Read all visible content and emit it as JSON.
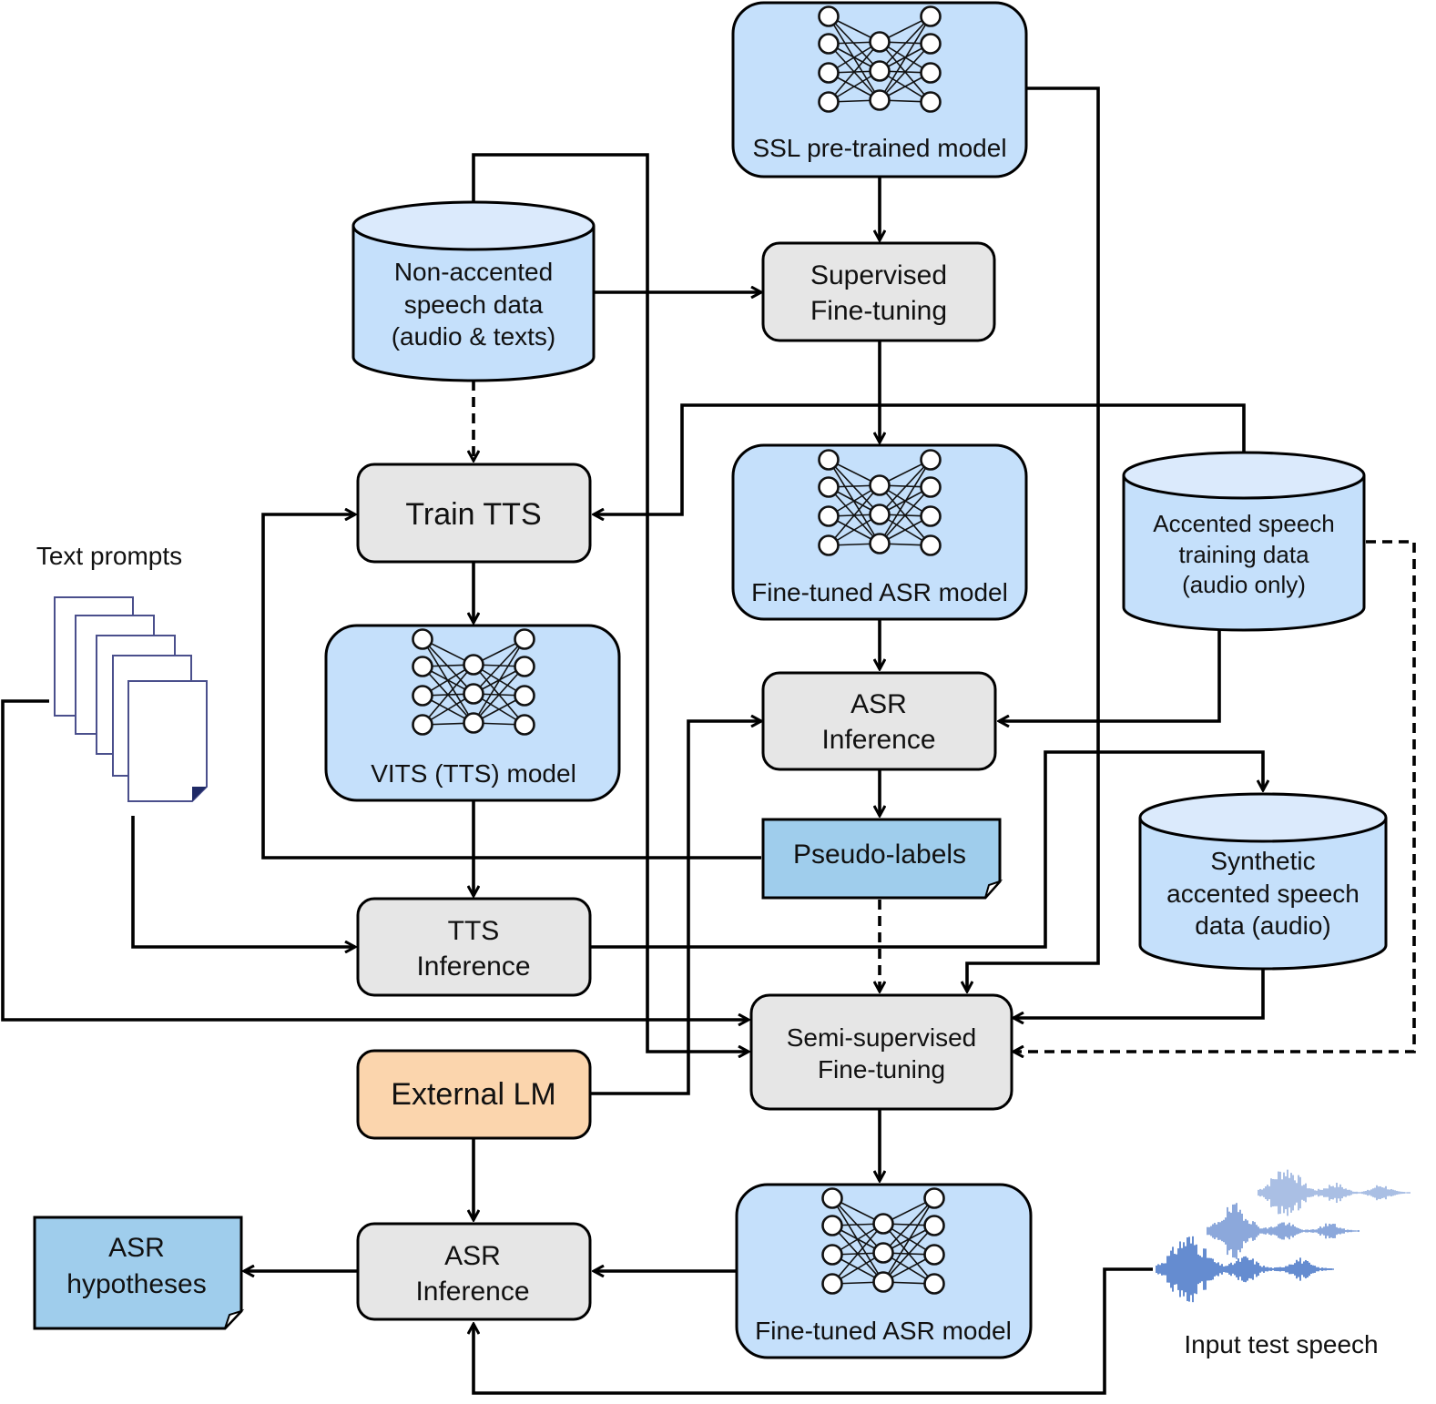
{
  "nodes": {
    "ssl_model": "SSL pre-trained model",
    "supervised_ft": [
      "Supervised",
      "Fine-tuning"
    ],
    "non_accented_data": [
      "Non-accented",
      "speech data",
      "(audio & texts)"
    ],
    "train_tts": "Train TTS",
    "vits_model": "VITS (TTS) model",
    "finetuned_asr_1": "Fine-tuned ASR model",
    "accented_data": [
      "Accented speech",
      "training data",
      "(audio only)"
    ],
    "asr_inference_1": [
      "ASR",
      "Inference"
    ],
    "pseudo_labels": "Pseudo-labels",
    "synthetic_data": [
      "Synthetic",
      "accented speech",
      "data (audio)"
    ],
    "tts_inference": [
      "TTS",
      "Inference"
    ],
    "semi_supervised_ft": [
      "Semi-supervised",
      "Fine-tuning"
    ],
    "external_lm": "External LM",
    "finetuned_asr_2": "Fine-tuned ASR model",
    "asr_inference_2": [
      "ASR",
      "Inference"
    ],
    "asr_hypotheses": [
      "ASR",
      "hypotheses"
    ],
    "text_prompts": "Text prompts",
    "input_test_speech": "Input test speech"
  },
  "icons": {
    "neural_network": "neural-network-icon",
    "text_documents": "document-stack-icon",
    "waveform": "audio-waveform-icon"
  },
  "colors": {
    "model_box": "#c5e0fb",
    "process_box": "#e6e6e6",
    "language_model_box": "#fbd5ad",
    "document_box": "#9fcdec",
    "database": "#c5e0fb",
    "waveform": "#3f6fc4",
    "edge": "#000000"
  }
}
